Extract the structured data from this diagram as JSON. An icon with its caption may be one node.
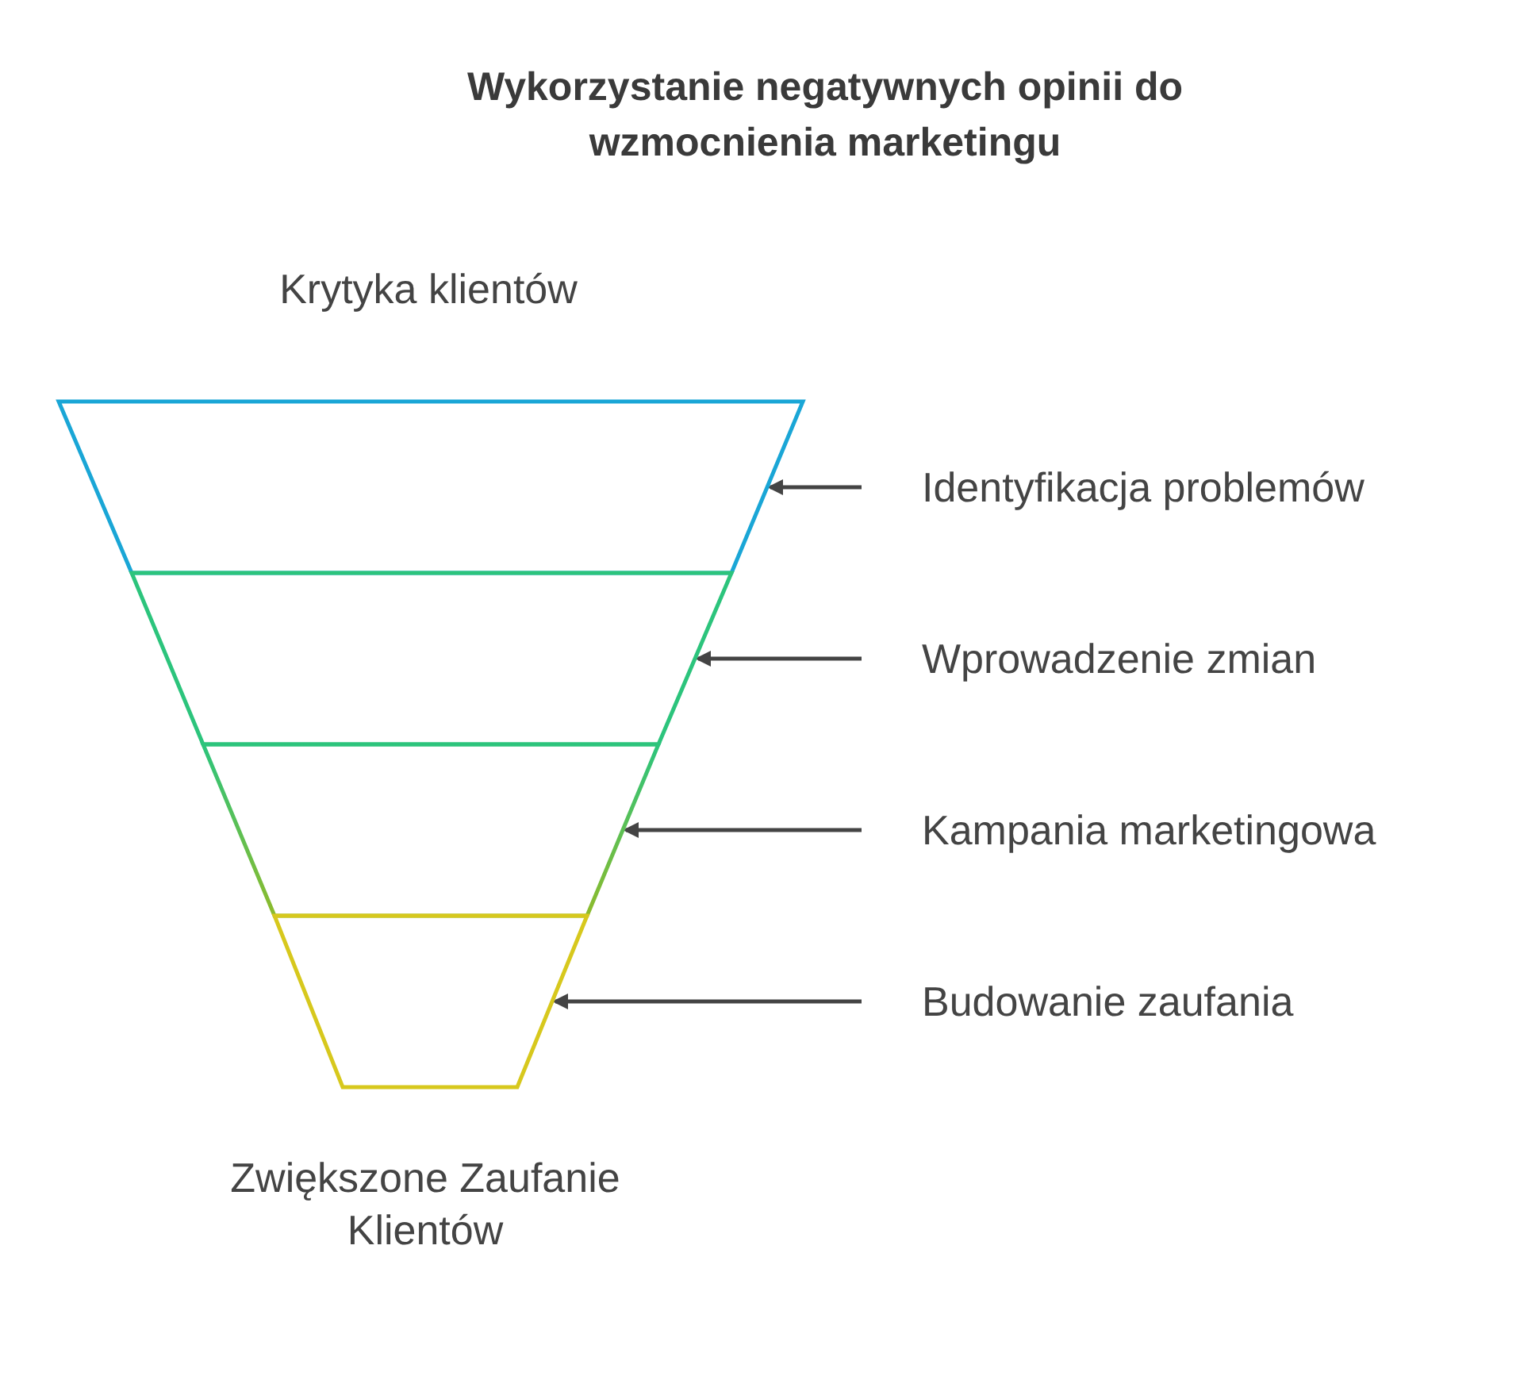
{
  "diagram": {
    "title": "Wykorzystanie negatywnych opinii do wzmocnienia marketingu",
    "nodes": [
      {
        "text": [],
        "shape": "trapezoid"
      },
      {
        "text": [],
        "shape": "trapezoid"
      },
      {
        "text": [],
        "shape": "trapezoid"
      },
      {
        "text": [],
        "shape": "trapezoid"
      },
      {
        "text": [
          "Identyfikacja problemów"
        ]
      },
      {
        "text": [
          "Wprowadzenie zmian"
        ]
      },
      {
        "text": [
          "Kampania marketingowa"
        ]
      },
      {
        "text": [
          "Budowanie zaufania"
        ]
      }
    ],
    "edges": [
      {
        "from": 4,
        "to": 0,
        "arrow": "to"
      },
      {
        "from": 5,
        "to": 1,
        "arrow": "to"
      },
      {
        "from": 6,
        "to": 2,
        "arrow": "to"
      },
      {
        "from": 7,
        "to": 3,
        "arrow": "to"
      }
    ],
    "labels": [
      "Krytyka klientów",
      "Zwiększone Zaufanie Klientów"
    ]
  }
}
